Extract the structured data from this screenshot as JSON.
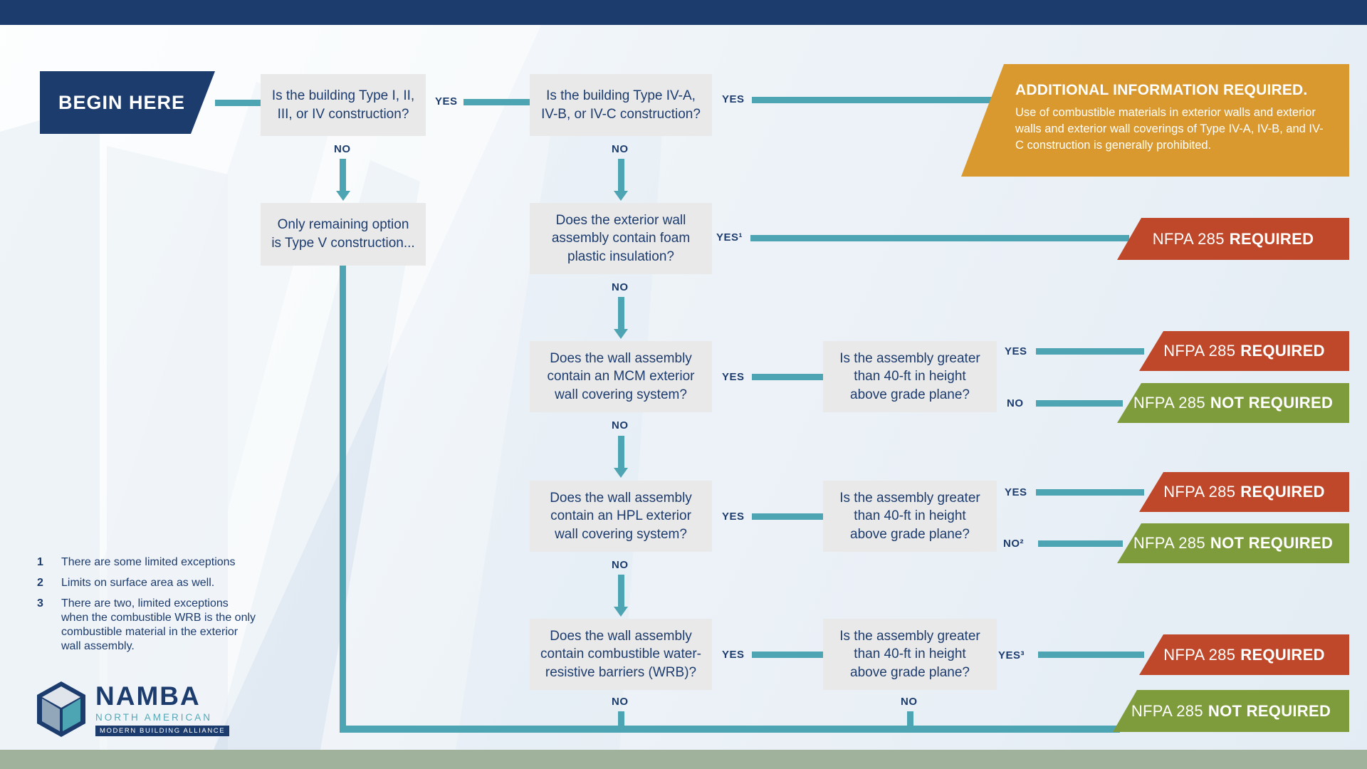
{
  "colors": {
    "navy": "#1d3c6e",
    "teal": "#4da4b3",
    "box_gray": "#e9e9e9",
    "red": "#c0482a",
    "green": "#7e9c3b",
    "orange": "#d9992f",
    "footer_sage": "#a0b19c"
  },
  "begin": {
    "label": "BEGIN HERE"
  },
  "nodes": {
    "q_construction_type": "Is the building Type I, II,\nIII, or IV construction?",
    "q_type_iv": "Is the building Type IV-A,\nIV-B, or IV-C construction?",
    "type_v": "Only remaining option\nis Type V construction...",
    "q_foam": "Does the exterior wall\nassembly contain foam\nplastic insulation?",
    "q_mcm": "Does the wall assembly\ncontain an MCM exterior\nwall covering system?",
    "q_hpl": "Does the wall assembly\ncontain an HPL exterior\nwall covering system?",
    "q_wrb": "Does the wall assembly\ncontain combustible water-\nresistive barriers (WRB)?",
    "q_40ft": "Is the assembly greater\nthan 40-ft in height\nabove grade plane?"
  },
  "edge_labels": {
    "yes": "YES",
    "no": "NO",
    "yes_1": "YES¹",
    "no_2": "NO²",
    "yes_3": "YES³"
  },
  "banners": {
    "info": {
      "title": "ADDITIONAL INFORMATION REQUIRED.",
      "body": "Use of combustible materials in exterior walls and exterior walls and exterior wall coverings of Type IV-A, IV-B, and IV-C construction is generally prohibited."
    },
    "required": {
      "prefix": "NFPA 285",
      "em": "REQUIRED"
    },
    "not_required": {
      "prefix": "NFPA 285",
      "em": "NOT REQUIRED"
    }
  },
  "footnotes": [
    {
      "num": "1",
      "text": "There are some limited exceptions"
    },
    {
      "num": "2",
      "text": "Limits on surface area as well."
    },
    {
      "num": "3",
      "text": "There are two, limited exceptions\nwhen the combustible WRB is the only\ncombustible material in the exterior\nwall assembly."
    }
  ],
  "logo": {
    "name": "NAMBA",
    "subtitle": "NORTH AMERICAN",
    "tagline": "MODERN BUILDING ALLIANCE"
  }
}
